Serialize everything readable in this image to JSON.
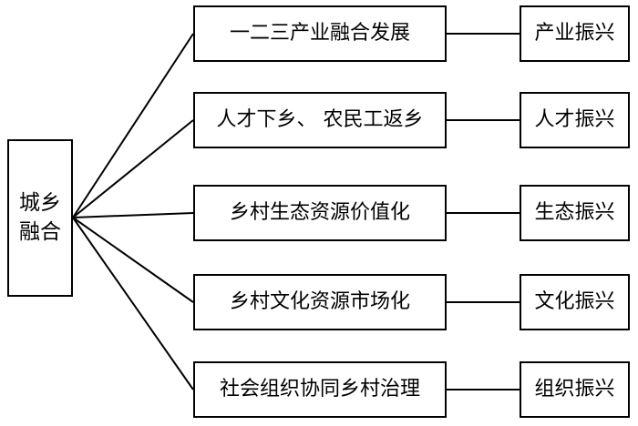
{
  "root": {
    "line1": "城乡",
    "line2": "融合"
  },
  "branches": [
    {
      "measure": "一二三产业融合发展",
      "outcome": "产业振兴"
    },
    {
      "measure": "人才下乡、 农民工返乡",
      "outcome": "人才振兴"
    },
    {
      "measure": "乡村生态资源价值化",
      "outcome": "生态振兴"
    },
    {
      "measure": "乡村文化资源市场化",
      "outcome": "文化振兴"
    },
    {
      "measure": "社会组织协同乡村治理",
      "outcome": "组织振兴"
    }
  ]
}
